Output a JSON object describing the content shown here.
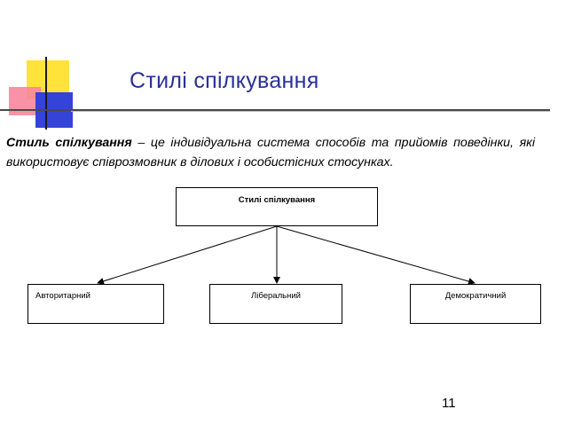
{
  "slide": {
    "title": "Стилі спілкування",
    "definition_term": "Стиль спілкування",
    "definition_rest": " – це індивідуальна система способів та прийомів поведінки, які використовує співрозмовник в ділових і особистісних стосунках.",
    "page_number": "11"
  },
  "diagram": {
    "root_label": "Стилі спілкування",
    "children": [
      "Авторитарний",
      "Ліберальний",
      "Демократичний"
    ]
  },
  "colors": {
    "title": "#2a2f9a",
    "deco_yellow": "#ffe23a",
    "deco_red": "#f7879d",
    "deco_blue": "#3443d8"
  }
}
